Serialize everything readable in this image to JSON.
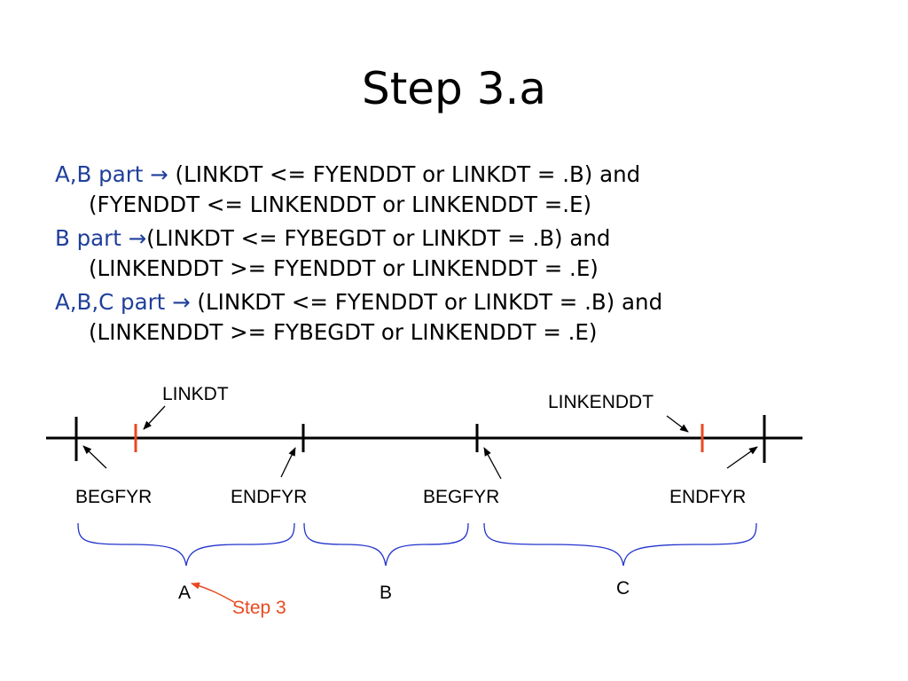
{
  "title": "Step 3.a",
  "rules": [
    {
      "lead": "A,B part →",
      "line1": " (LINKDT <= FYENDDT or LINKDT = .B) and",
      "line2": "(FYENDDT <= LINKENDDT or LINKENDDT =.E)"
    },
    {
      "lead": "B part →",
      "line1": "(LINKDT <= FYBEGDT or LINKDT = .B) and",
      "line2": "(LINKENDDT >= FYENDDT or LINKENDDT = .E)"
    },
    {
      "lead": "A,B,C part →",
      "line1": " (LINKDT <= FYENDDT or LINKDT = .B) and",
      "line2": "(LINKENDDT >= FYBEGDT or LINKENDDT = .E)"
    }
  ],
  "diagram": {
    "pointer_labels": {
      "link_start": "LINKDT",
      "link_end": "LINKENDDT"
    },
    "year_labels": [
      "BEGFYR",
      "ENDFYR",
      "BEGFYR",
      "ENDFYR"
    ],
    "segments": [
      "A",
      "B",
      "C"
    ],
    "step_label": "Step 3",
    "colors": {
      "lead_text": "#1f3f9a",
      "brace": "#2233cc",
      "link_tick": "#e8491f",
      "step": "#e8491f"
    }
  }
}
